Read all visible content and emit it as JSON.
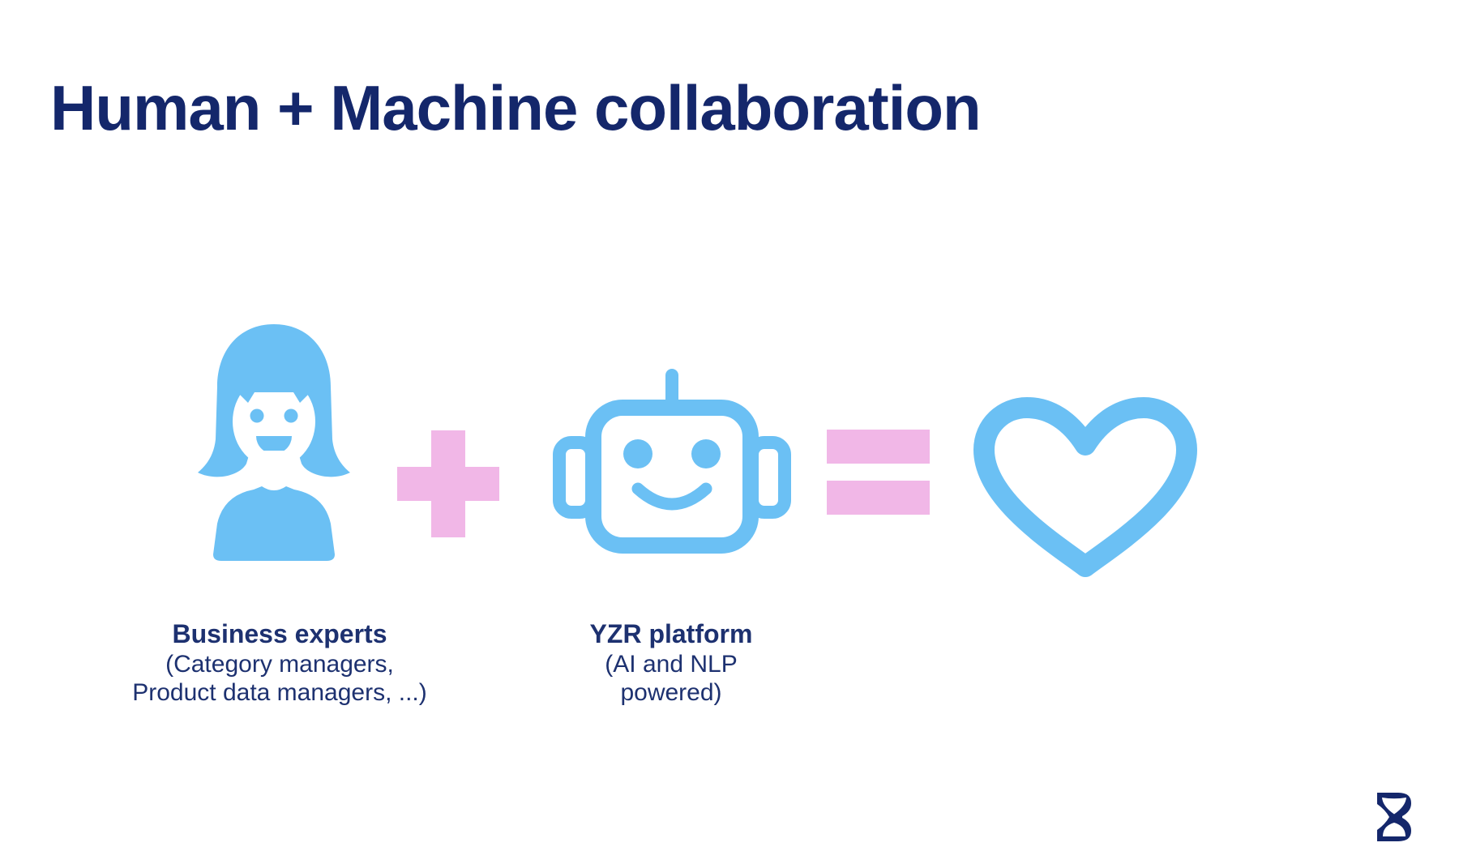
{
  "slide": {
    "title": "Human + Machine collaboration",
    "equation": {
      "human": {
        "label": "Business experts",
        "detail_line1": "(Category managers,",
        "detail_line2": "Product data managers, ...)"
      },
      "machine": {
        "label": "YZR platform",
        "detail_line1": "(AI and NLP",
        "detail_line2": "powered)"
      },
      "result": "heart"
    },
    "icons": [
      "woman-user-icon",
      "plus-icon",
      "robot-icon",
      "equals-icon",
      "heart-icon",
      "yzr-hourglass-logo-icon"
    ],
    "colors": {
      "title_navy": "#14276B",
      "label_navy": "#1D3170",
      "icon_blue": "#6BC0F4",
      "accent_pink": "#F1B7E7"
    }
  }
}
